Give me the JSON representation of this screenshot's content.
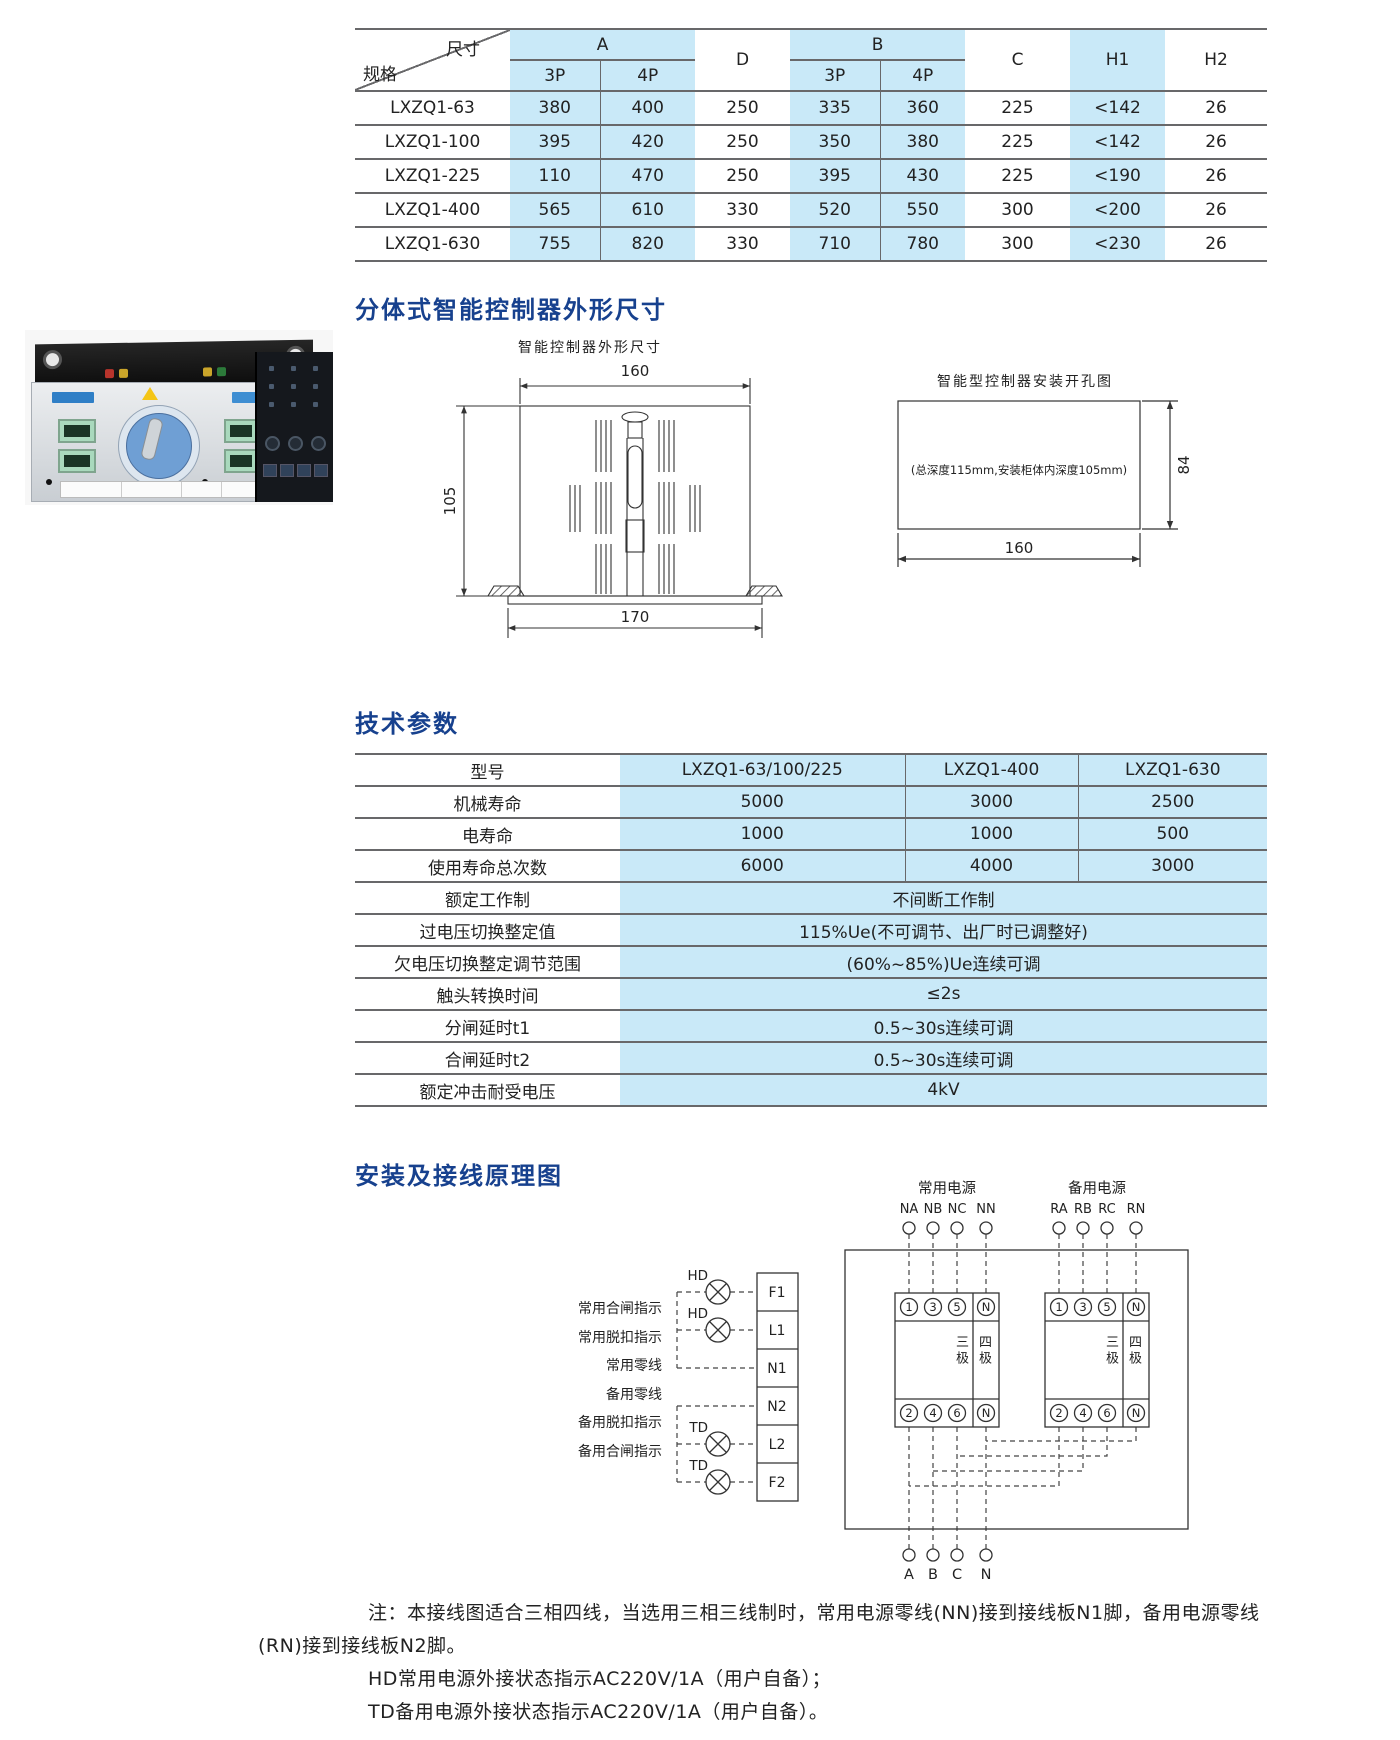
{
  "colors": {
    "accent_blue": "#17418e",
    "cell_blue": "#c9e9f8",
    "line_gray": "#68686a",
    "text": "#222222"
  },
  "sections": {
    "outline_title": "分体式智能控制器外形尺寸",
    "tech_title": "技术参数",
    "wiring_title": "安装及接线原理图"
  },
  "dim_table": {
    "corner": {
      "top": "尺寸",
      "bottom": "规格"
    },
    "col_groups": {
      "a": "A",
      "d": "D",
      "b": "B",
      "c": "C",
      "h1": "H1",
      "h2": "H2",
      "sub_3p": "3P",
      "sub_4p": "4P"
    },
    "rows": [
      {
        "spec": "LXZQ1-63",
        "a3p": "380",
        "a4p": "400",
        "d": "250",
        "b3p": "335",
        "b4p": "360",
        "c": "225",
        "h1": "<142",
        "h2": "26"
      },
      {
        "spec": "LXZQ1-100",
        "a3p": "395",
        "a4p": "420",
        "d": "250",
        "b3p": "350",
        "b4p": "380",
        "c": "225",
        "h1": "<142",
        "h2": "26"
      },
      {
        "spec": "LXZQ1-225",
        "a3p": "110",
        "a4p": "470",
        "d": "250",
        "b3p": "395",
        "b4p": "430",
        "c": "225",
        "h1": "<190",
        "h2": "26"
      },
      {
        "spec": "LXZQ1-400",
        "a3p": "565",
        "a4p": "610",
        "d": "330",
        "b3p": "520",
        "b4p": "550",
        "c": "300",
        "h1": "<200",
        "h2": "26"
      },
      {
        "spec": "LXZQ1-630",
        "a3p": "755",
        "a4p": "820",
        "d": "330",
        "b3p": "710",
        "b4p": "780",
        "c": "300",
        "h1": "<230",
        "h2": "26"
      }
    ]
  },
  "outline_drawing": {
    "caption": "智能控制器外形尺寸",
    "width_label": "160",
    "height_label": "105",
    "base_label": "170"
  },
  "cutout_drawing": {
    "caption": "智能型控制器安装开孔图",
    "note": "(总深度115mm,安装柜体内深度105mm)",
    "height_label": "84",
    "width_label": "160"
  },
  "tech_table": {
    "header": {
      "label": "型号",
      "col1": "LXZQ1-63/100/225",
      "col2": "LXZQ1-400",
      "col3": "LXZQ1-630"
    },
    "rows3": [
      {
        "label": "机械寿命",
        "v1": "5000",
        "v2": "3000",
        "v3": "2500"
      },
      {
        "label": "电寿命",
        "v1": "1000",
        "v2": "1000",
        "v3": "500"
      },
      {
        "label": "使用寿命总次数",
        "v1": "6000",
        "v2": "4000",
        "v3": "3000"
      }
    ],
    "rows_span": [
      {
        "label": "额定工作制",
        "v": "不间断工作制"
      },
      {
        "label": "过电压切换整定值",
        "v": "115%Ue(不可调节、出厂时已调整好)"
      },
      {
        "label": "欠电压切换整定调节范围",
        "v": "(60%~85%)Ue连续可调"
      },
      {
        "label": "触头转换时间",
        "v": "≤2s"
      },
      {
        "label": "分闸延时t1",
        "v": "0.5~30s连续可调"
      },
      {
        "label": "合闸延时t2",
        "v": "0.5~30s连续可调"
      },
      {
        "label": "额定冲击耐受电压",
        "v": "4kV"
      }
    ]
  },
  "wiring": {
    "main_power": "常用电源",
    "backup_power": "备用电源",
    "main_terminals": [
      "NA",
      "NB",
      "NC",
      "NN"
    ],
    "backup_terminals": [
      "RA",
      "RB",
      "RC",
      "RN"
    ],
    "indicator_labels": [
      "常用合闸指示",
      "常用脱扣指示",
      "常用零线",
      "备用零线",
      "备用脱扣指示",
      "备用合闸指示"
    ],
    "lamp_labels": [
      "HD",
      "HD",
      "TD",
      "TD"
    ],
    "strip_cells": [
      "F1",
      "L1",
      "N1",
      "N2",
      "L2",
      "F2"
    ],
    "breaker_top": [
      "1",
      "3",
      "5",
      "N"
    ],
    "breaker_bottom": [
      "2",
      "4",
      "6",
      "N"
    ],
    "pole3": "三极",
    "pole4": "四极",
    "output_terminals": [
      "A",
      "B",
      "C",
      "N"
    ]
  },
  "notes": {
    "line1": "注：本接线图适合三相四线，当选用三相三线制时，常用电源零线(NN)接到接线板N1脚，备用电源零线",
    "line2": "(RN)接到接线板N2脚。",
    "line3": "HD常用电源外接状态指示AC220V/1A（用户自备）；",
    "line4": "TD备用电源外接状态指示AC220V/1A（用户自备）。"
  }
}
